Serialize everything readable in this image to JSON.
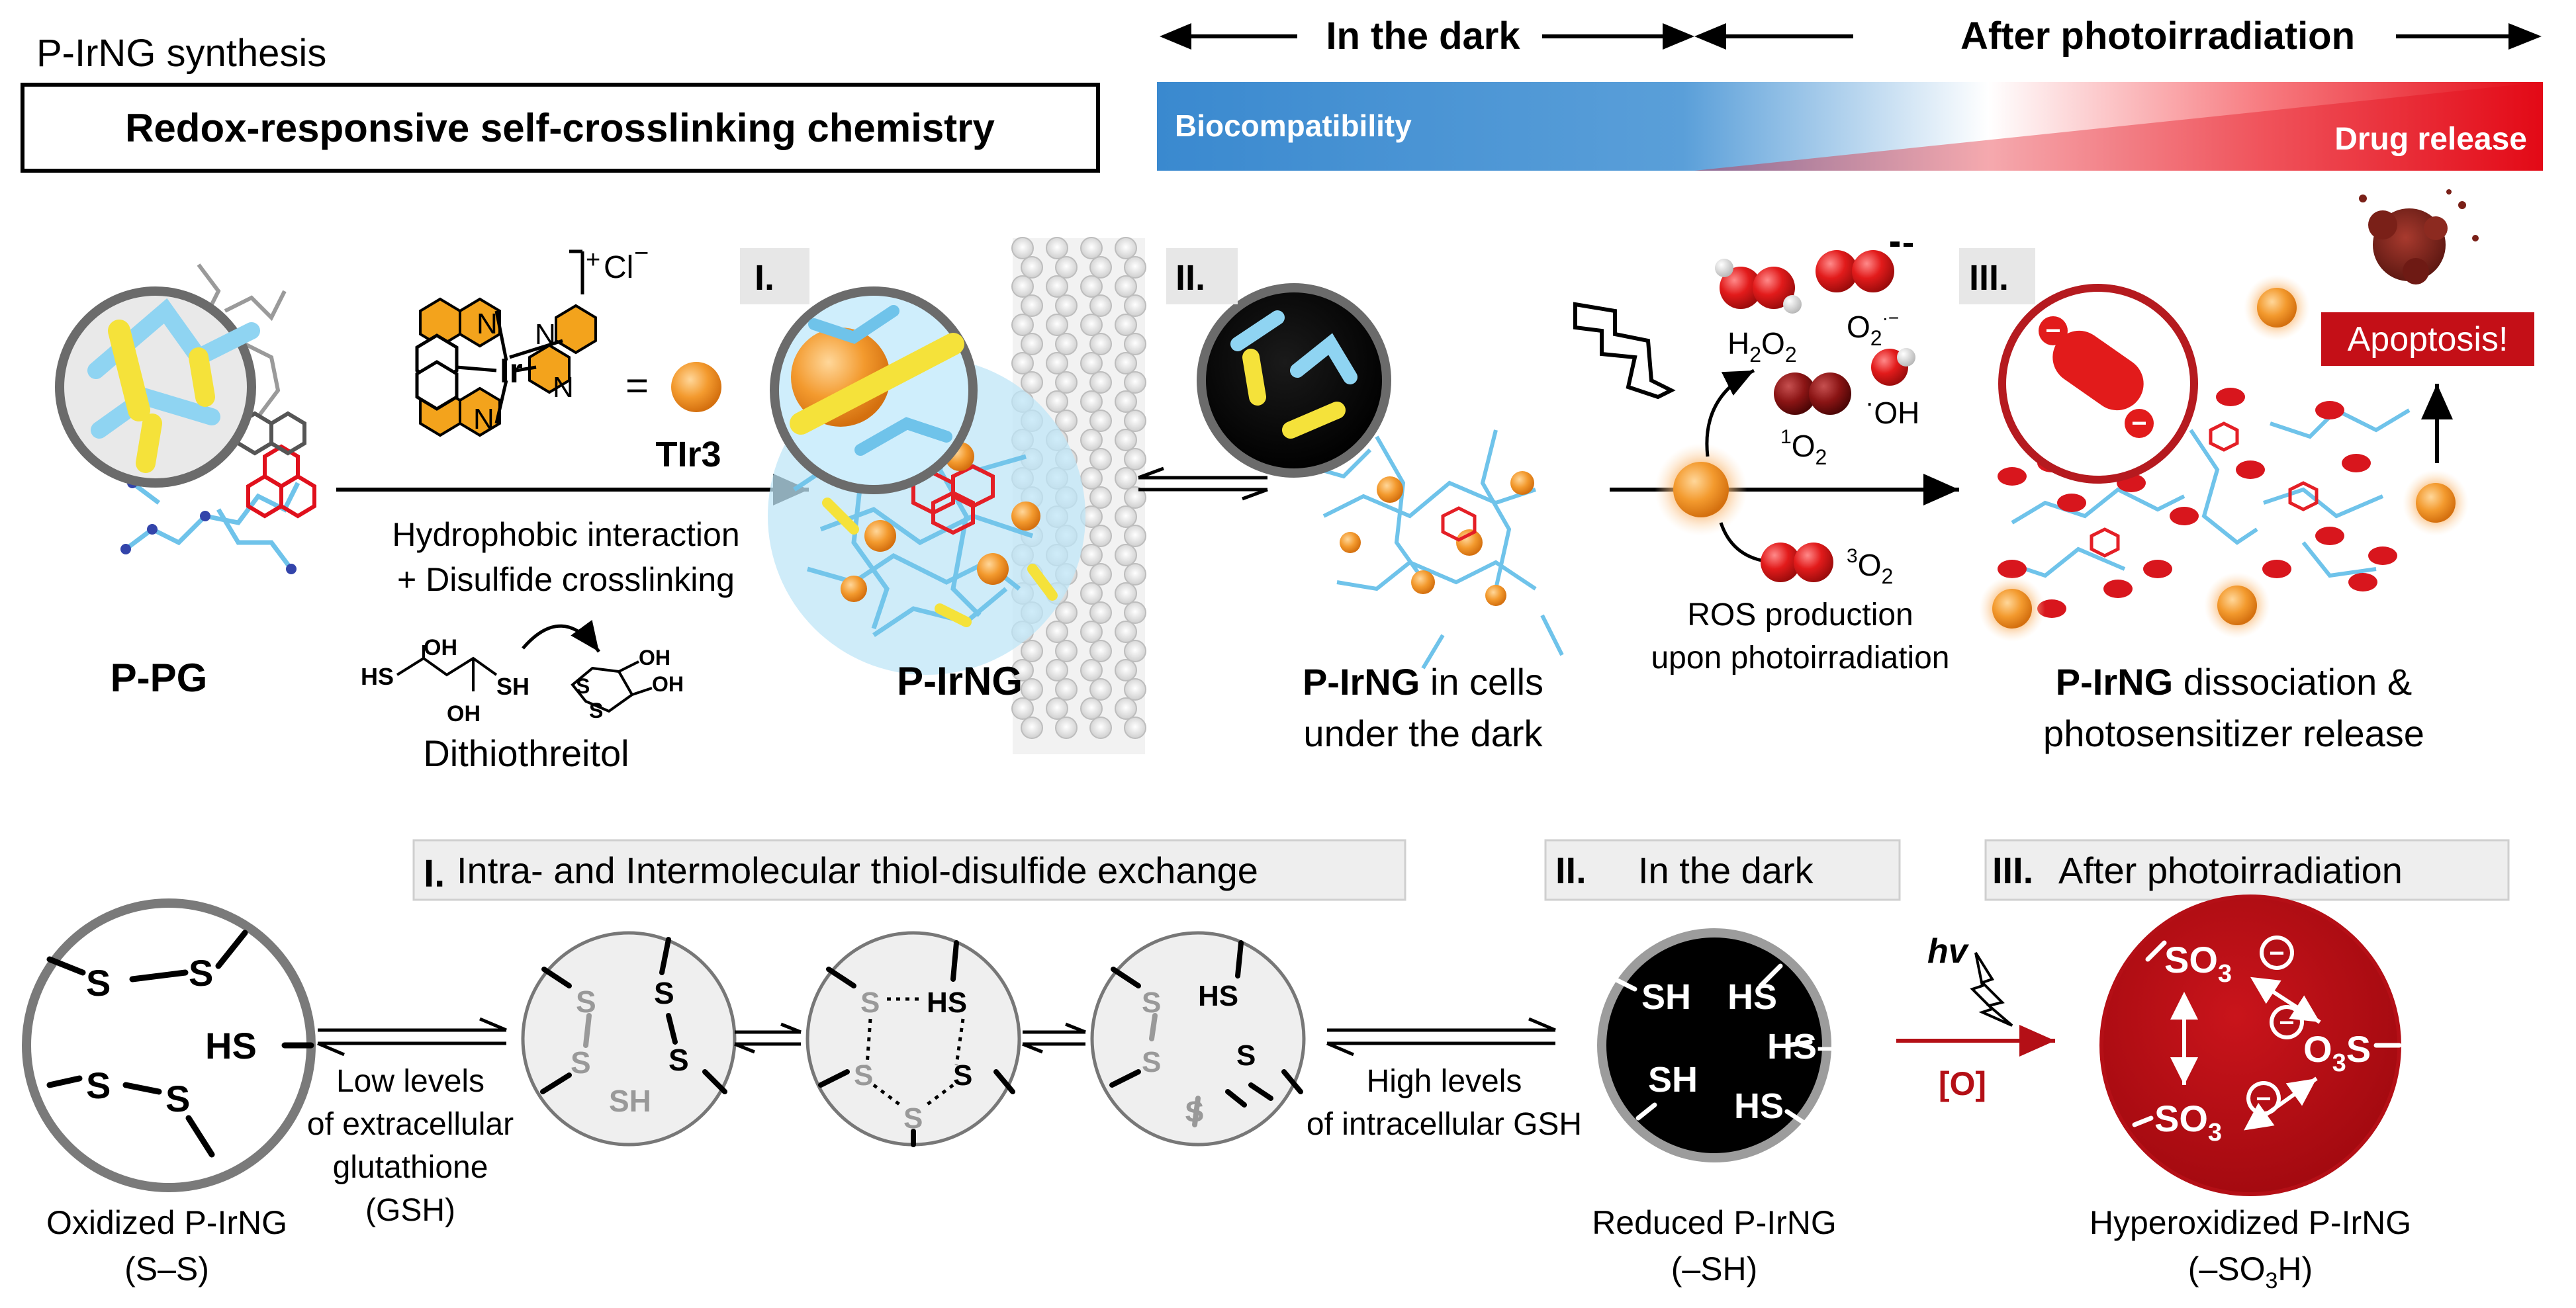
{
  "header": {
    "synthesis_label": "P-IrNG synthesis",
    "chemistry_box": "Redox-responsive self-crosslinking chemistry",
    "phase_dark": "In the dark",
    "phase_after": "After photoirradiation",
    "gradient_left": "Biocompatibility",
    "gradient_right": "Drug release",
    "colors": {
      "blue": "#3f8fd2",
      "red": "#e0101c",
      "dark_red": "#b40f16"
    }
  },
  "top": {
    "complex_counterion": "Cl",
    "complex_charge": "+",
    "complex_minus": "−",
    "equals": "=",
    "photosensitizer": "TIr3",
    "arrow1_line1": "Hydrophobic interaction",
    "arrow1_line2": "+ Disulfide crosslinking",
    "reagent_name": "Dithiothreitol",
    "ppg_label": "P-PG",
    "pirng_label": "P-IrNG",
    "cells_label_bold": "P-IrNG",
    "cells_label_rest": " in cells",
    "cells_label_line2": "under the dark",
    "step1": "I.",
    "step2": "II.",
    "step3": "III.",
    "ros": {
      "h2o2": "H",
      "h2o2_sub1": "2",
      "h2o2_mid": "O",
      "h2o2_sub2": "2",
      "o2_super": "O",
      "o2_super_sub": "2",
      "o2_super_sup": "·−",
      "oh": "OH",
      "oh_dot": "·",
      "singlet_sup": "1",
      "singlet_o": "O",
      "singlet_sub": "2",
      "triplet_sup": "3",
      "triplet_o": "O",
      "triplet_sub": "2",
      "line1": "ROS production",
      "line2": "upon photoirradiation"
    },
    "release_bold": "P-IrNG",
    "release_rest": " dissociation &",
    "release_line2": "photosensitizer release",
    "apoptosis": "Apoptosis!"
  },
  "bottom": {
    "panel1_numeral": "I.",
    "panel1_title": "Intra- and Intermolecular thiol-disulfide exchange",
    "panel2_numeral": "II.",
    "panel2_title": "In the dark",
    "panel3_numeral": "III.",
    "panel3_title": "After photoirradiation",
    "low_line1": "Low levels",
    "low_line2": "of extracellular",
    "low_line3": "glutathione",
    "low_line4": "(GSH)",
    "high_line1": "High levels",
    "high_line2": "of intracellular GSH",
    "hv": "hv",
    "oxidant": "[O]",
    "oxidized_line1": "Oxidized P-IrNG",
    "oxidized_line2": "(S–S)",
    "reduced_line1": "Reduced P-IrNG",
    "reduced_line2": "(–SH)",
    "hyper_line1": "Hyperoxidized P-IrNG",
    "hyper_line2a": "(–SO",
    "hyper_line2sub": "3",
    "hyper_line2b": "H)",
    "atom_s": "S",
    "atom_hs": "HS",
    "atom_sh": "SH",
    "atom_hs_minus": "HS–",
    "so3": "SO",
    "so3_sub": "3",
    "o3s_left": "O",
    "o3s_sub": "3",
    "o3s_right": "S",
    "minus": "−"
  }
}
